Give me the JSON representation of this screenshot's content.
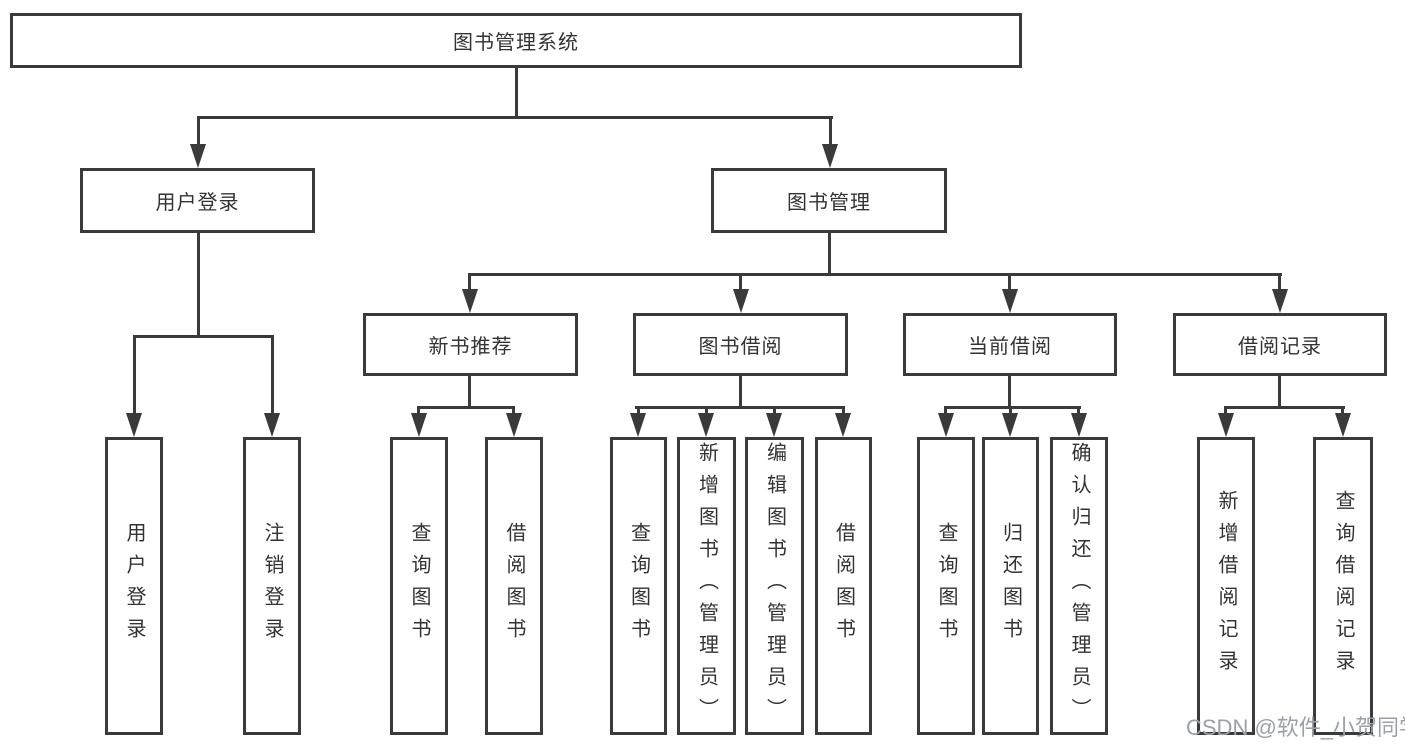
{
  "diagram": {
    "title": "图书管理系统",
    "root": {
      "label": "图书管理系统"
    },
    "branches": {
      "user_login": {
        "label": "用户登录",
        "children": [
          "用户登录",
          "注销登录"
        ]
      },
      "book_management": {
        "label": "图书管理"
      }
    },
    "modules": [
      {
        "label": "新书推荐",
        "children": [
          "查询图书",
          "借阅图书"
        ]
      },
      {
        "label": "图书借阅",
        "children": [
          "查询图书",
          "新增图书（管理员）",
          "编辑图书（管理员）",
          "借阅图书"
        ]
      },
      {
        "label": "当前借阅",
        "children": [
          "查询图书",
          "归还图书",
          "确认归还（管理员）"
        ]
      },
      {
        "label": "借阅记录",
        "children": [
          "新增借阅记录",
          "查询借阅记录"
        ]
      }
    ]
  },
  "watermark": "CSDN @软件_小贺同学",
  "colors": {
    "stroke": "#3a3a3a",
    "text": "#333333",
    "watermark": "#9aa1a9",
    "background": "#ffffff"
  }
}
